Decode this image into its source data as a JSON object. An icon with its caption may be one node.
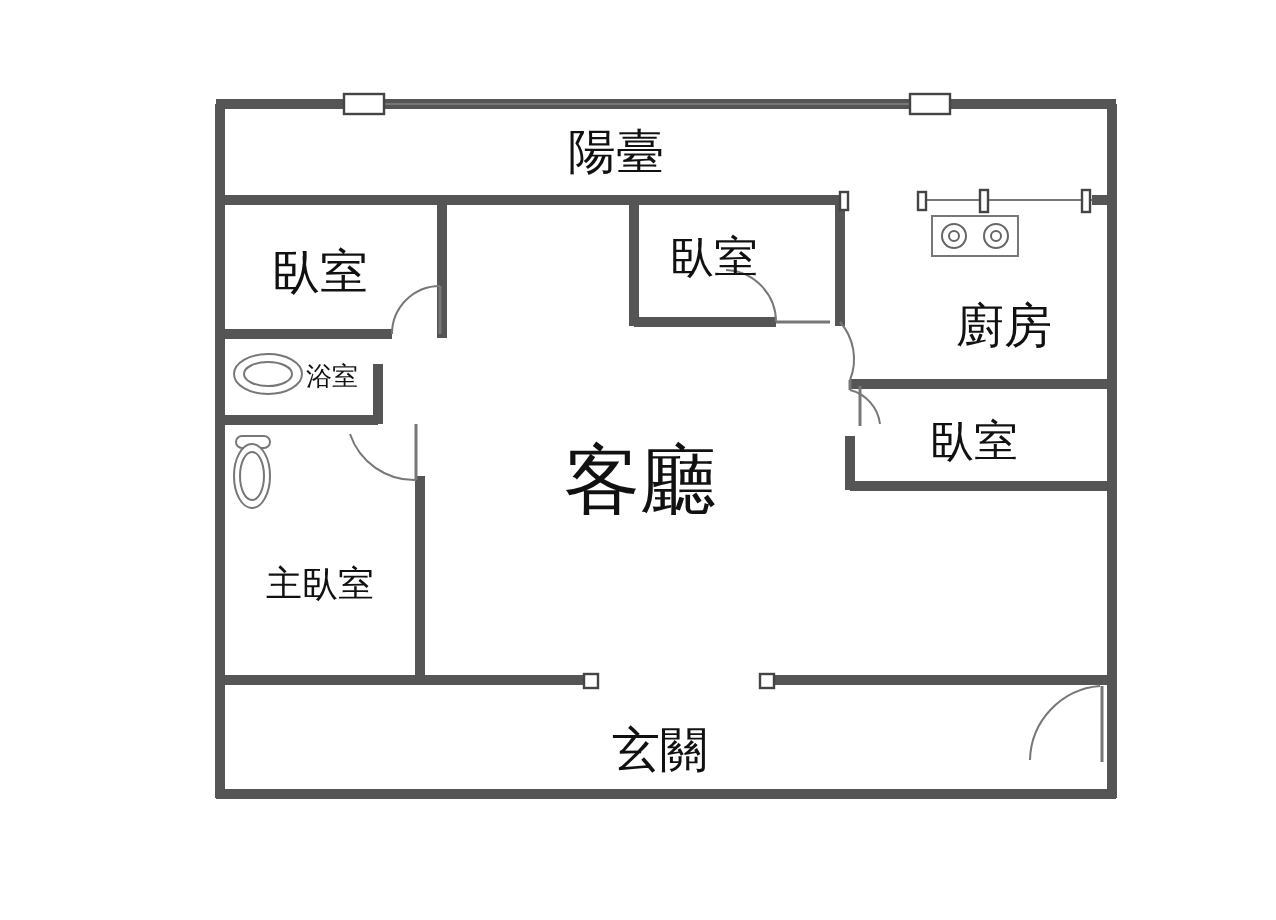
{
  "diagram": {
    "labels": [
      "陽臺",
      "臥室",
      "臥室",
      "廚房",
      "浴室",
      "臥室",
      "客廳",
      "主臥室",
      "玄關"
    ]
  }
}
